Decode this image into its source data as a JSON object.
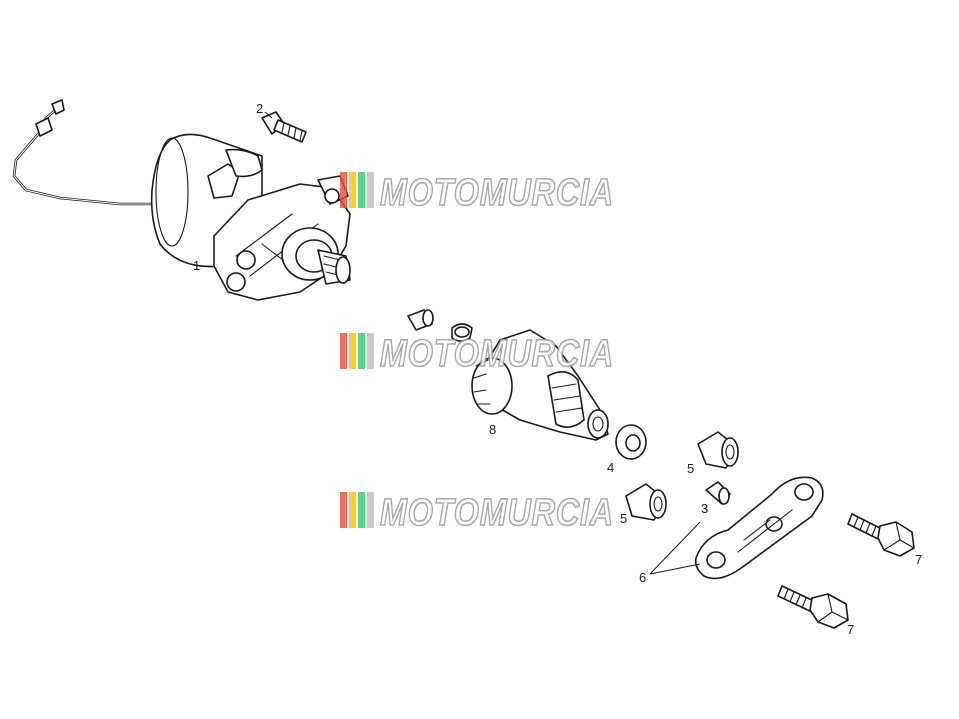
{
  "watermark": {
    "text": "MOTOMURCIA",
    "stripe_colors": [
      "#e74c3c",
      "#f1c40f",
      "#2ecc71",
      "#bdbdbd"
    ]
  },
  "callouts": {
    "c1": "1",
    "c2": "2",
    "c3": "3",
    "c4": "4",
    "c5a": "5",
    "c5b": "5",
    "c6": "6",
    "c7a": "7",
    "c7b": "7",
    "c8": "8"
  }
}
